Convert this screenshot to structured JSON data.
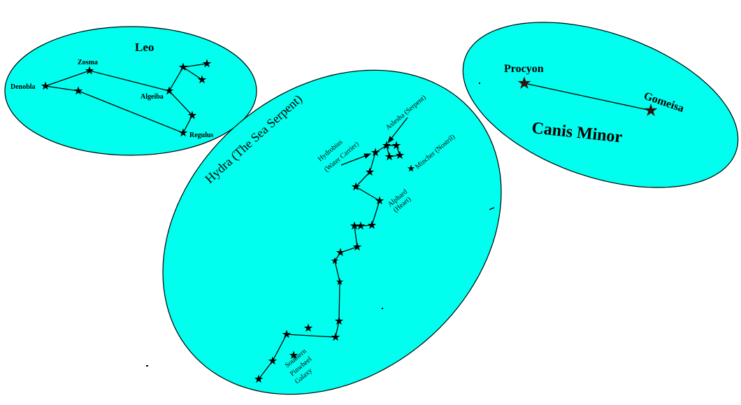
{
  "colors": {
    "fill": "#00ffee",
    "stroke": "#000000"
  },
  "leo": {
    "title": "Leo",
    "labels": {
      "denobla": "Denobla",
      "zosma": "Zosma",
      "algeiba": "Algeiba",
      "regulus": "Regulus"
    }
  },
  "hydra": {
    "title": "Hydra (The Sea Serpent)",
    "labels": {
      "aslesha": "Aslesha (Serpent)",
      "hydrobius_1": "Hydrobius",
      "hydrobius_2": "(Water Carrier)",
      "mincher": "Mincher (Nostril)",
      "alphard_1": "Alphard",
      "alphard_2": "(Heart)",
      "pinwheel_1": "Southern",
      "pinwheel_2": "Pinwheel",
      "pinwheel_3": "Galaxy"
    }
  },
  "canis_minor": {
    "title": "Canis Minor",
    "labels": {
      "procyon": "Procyon",
      "gomeisa": "Gomeisa"
    }
  }
}
